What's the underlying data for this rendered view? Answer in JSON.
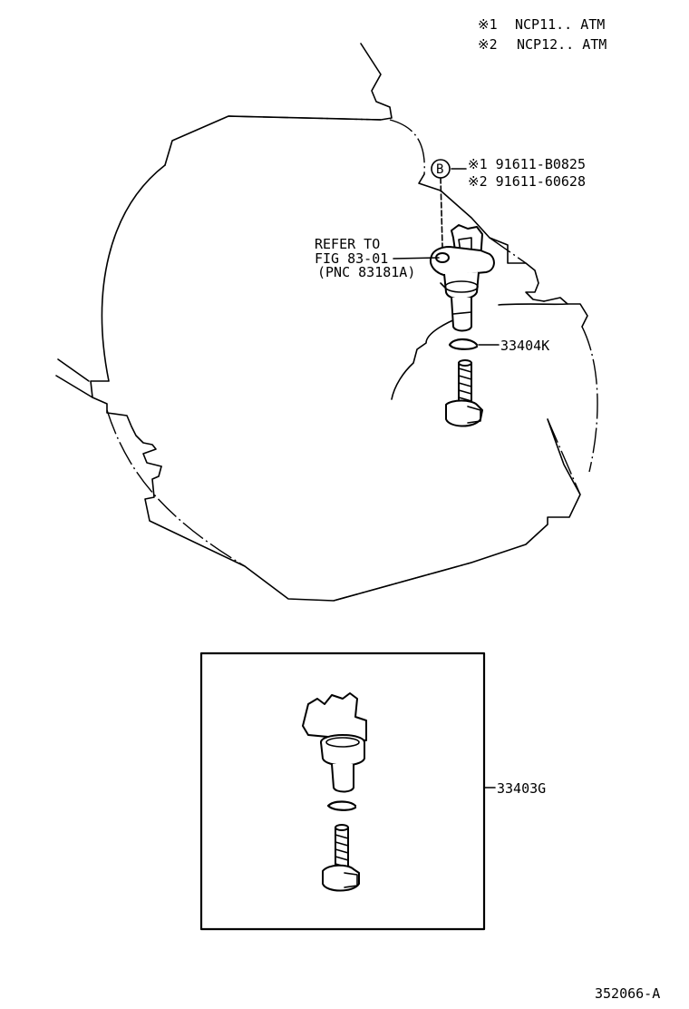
{
  "notes": {
    "note1_mark": "※1",
    "note1_text": "NCP11.. ATM",
    "note2_mark": "※2",
    "note2_text": "NCP12.. ATM"
  },
  "callouts": {
    "bolt_symbol": "B",
    "bolt_part1": "※1 91611-B0825",
    "bolt_part2": "※2 91611-60628",
    "refer_line1": "REFER TO",
    "refer_line2": "FIG 83-01",
    "refer_line3": "(PNC 83181A)",
    "o_ring_part": "33404K",
    "assembly_part": "33403G"
  },
  "diagram_id": "352066-A"
}
